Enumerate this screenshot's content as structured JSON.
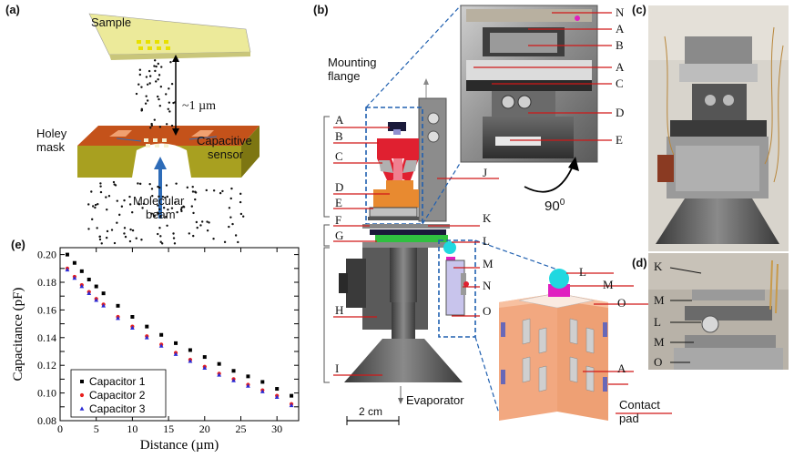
{
  "panels": {
    "a": {
      "letter": "(a)",
      "sample_label": "Sample",
      "distance_label": "~1 µm",
      "holey_mask_label": [
        "Holey",
        "mask"
      ],
      "capacitive_sensor_label": [
        "Capacitive",
        "sensor"
      ],
      "molecular_beam_label": [
        "Molecular",
        "beam"
      ]
    },
    "b": {
      "letter": "(b)",
      "mounting_flange_label": [
        "Mounting",
        "flange"
      ],
      "evaporator_label": "Evaporator",
      "scale_label": "2 cm",
      "rotation_label": "90",
      "rotation_sup": "0",
      "contact_pad_label": [
        "Contact",
        "pad"
      ],
      "left_labels": [
        "A",
        "B",
        "C",
        "D",
        "E",
        "F",
        "G",
        "H",
        "I"
      ],
      "right_labels": [
        "J",
        "K",
        "L",
        "M",
        "N",
        "O"
      ],
      "inset_photo_labels": [
        "N",
        "A",
        "B",
        "A",
        "C",
        "D",
        "E"
      ],
      "orange_inset_labels": [
        "L",
        "M",
        "O",
        "A"
      ]
    },
    "c": {
      "letter": "(c)"
    },
    "d": {
      "letter": "(d)",
      "labels": [
        "K",
        "M",
        "L",
        "M",
        "O"
      ]
    },
    "e": {
      "letter": "(e)"
    }
  },
  "chart_data": {
    "type": "scatter",
    "xlabel": "Distance (µm)",
    "ylabel": "Capacitance (pF)",
    "xlim": [
      0,
      33
    ],
    "ylim": [
      0.08,
      0.205
    ],
    "x_ticks": [
      0,
      5,
      10,
      15,
      20,
      25,
      30
    ],
    "y_ticks": [
      0.08,
      0.09,
      0.1,
      0.11,
      0.12,
      0.13,
      0.14,
      0.15,
      0.16,
      0.17,
      0.18,
      0.19,
      0.2
    ],
    "legend_position": "bottom-left",
    "series": [
      {
        "name": "Capacitor 1",
        "color": "#000000",
        "marker": "square",
        "x": [
          1,
          2,
          3,
          4,
          5,
          6,
          8,
          10,
          12,
          14,
          16,
          18,
          20,
          22,
          24,
          26,
          28,
          30,
          32
        ],
        "y": [
          0.2,
          0.194,
          0.188,
          0.182,
          0.177,
          0.172,
          0.163,
          0.155,
          0.148,
          0.142,
          0.136,
          0.131,
          0.126,
          0.121,
          0.116,
          0.112,
          0.108,
          0.103,
          0.098
        ]
      },
      {
        "name": "Capacitor 2",
        "color": "#e8201e",
        "marker": "circle",
        "x": [
          1,
          2,
          3,
          4,
          5,
          6,
          8,
          10,
          12,
          14,
          16,
          18,
          20,
          22,
          24,
          26,
          28,
          30,
          32
        ],
        "y": [
          0.19,
          0.184,
          0.178,
          0.173,
          0.168,
          0.164,
          0.155,
          0.148,
          0.141,
          0.135,
          0.129,
          0.124,
          0.119,
          0.114,
          0.11,
          0.106,
          0.102,
          0.098,
          0.092
        ]
      },
      {
        "name": "Capacitor 3",
        "color": "#2b2bd4",
        "marker": "triangle",
        "x": [
          1,
          2,
          3,
          4,
          5,
          6,
          8,
          10,
          12,
          14,
          16,
          18,
          20,
          22,
          24,
          26,
          28,
          30,
          32
        ],
        "y": [
          0.189,
          0.183,
          0.177,
          0.172,
          0.167,
          0.163,
          0.154,
          0.147,
          0.14,
          0.134,
          0.128,
          0.123,
          0.118,
          0.113,
          0.109,
          0.105,
          0.101,
          0.097,
          0.091
        ]
      }
    ]
  },
  "colors": {
    "copper": "#c4521a",
    "olive": "#a8a020",
    "sample_yellow": "#ecea9a",
    "red_part": "#e02030",
    "orange_part": "#e88a30",
    "green_plate": "#30c040",
    "cyan_ball": "#20d8e0",
    "magenta": "#e020c0",
    "lavender": "#c8c4ec",
    "dashed_blue": "#2060b0",
    "label_line_red": "#d01818"
  }
}
